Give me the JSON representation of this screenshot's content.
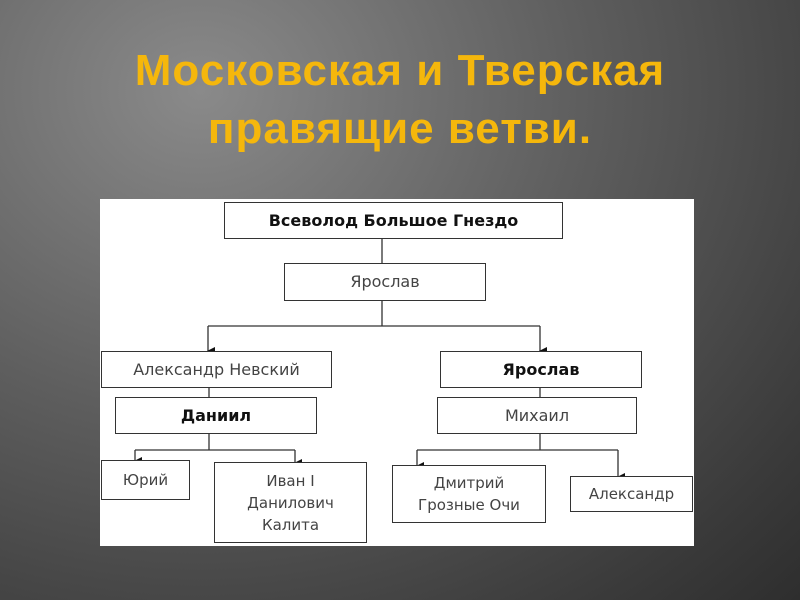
{
  "slide": {
    "title_line1": "Московская и Тверская",
    "title_line2": "правящие ветви."
  },
  "tree": {
    "root": "Всеволод Большое Гнездо",
    "yaroslav": "Ярослав",
    "alexander_nevsky": "Александр Невский",
    "yaroslav_tver": "Ярослав",
    "daniil": "Даниил",
    "mikhail": "Михаил",
    "yuri": "Юрий",
    "ivan_line1": "Иван I",
    "ivan_line2": "Данилович",
    "ivan_line3": "Калита",
    "dmitry_line1": "Дмитрий",
    "dmitry_line2": "Грозные Очи",
    "alexander": "Александр"
  },
  "colors": {
    "title": "#f5b70c"
  }
}
